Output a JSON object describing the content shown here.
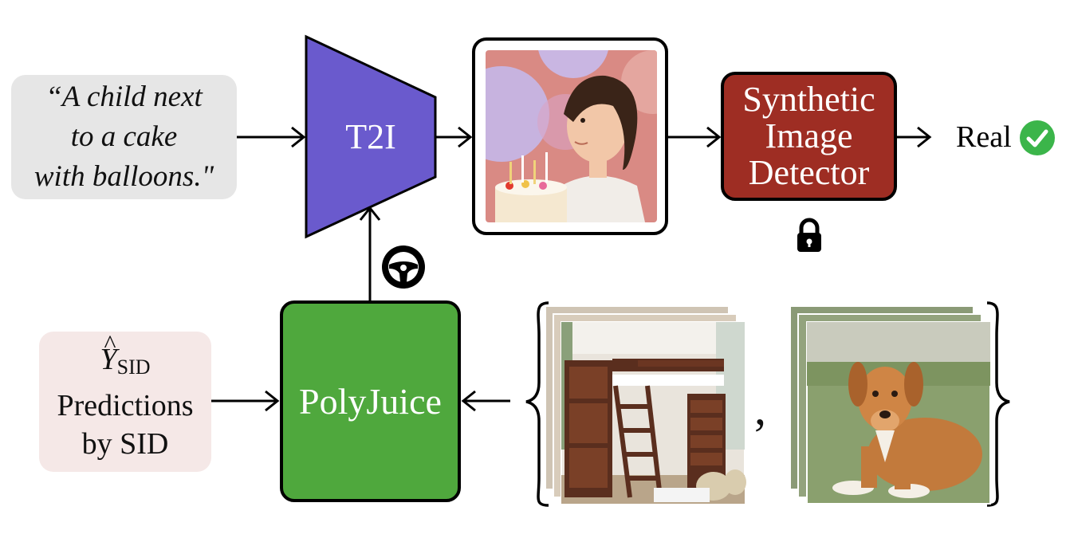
{
  "prompt": {
    "lines": [
      "“A child next",
      "to a cake",
      "with balloons.\""
    ]
  },
  "t2i": {
    "label": "T2I"
  },
  "detector": {
    "lines": [
      "Synthetic",
      "Image",
      "Detector"
    ]
  },
  "output": {
    "label": "Real",
    "status_icon": "check-circle-icon",
    "status_color": "#3bb54a"
  },
  "lock": {
    "icon": "lock-icon"
  },
  "steering": {
    "icon": "steering-wheel-icon"
  },
  "predictions": {
    "symbol": "Y",
    "hat": "^",
    "subscript": "SID",
    "line2": "Predictions",
    "line3": "by SID"
  },
  "polyjuice": {
    "label": "PolyJuice"
  },
  "examples": {
    "separator": ","
  },
  "colors": {
    "t2i": "#6a5acd",
    "detector": "#9e2d23",
    "polyjuice": "#4fa83d",
    "prompt_bg": "#e6e6e6",
    "pred_bg": "#f5e8e7"
  }
}
